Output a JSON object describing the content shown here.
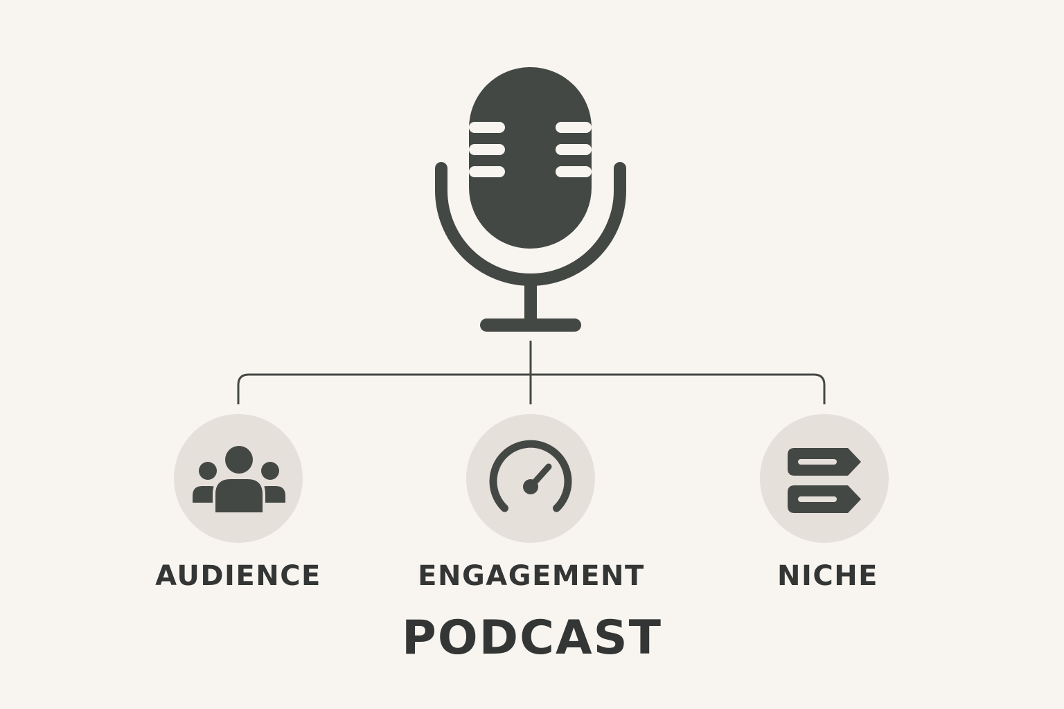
{
  "colors": {
    "background": "#f8f5f0",
    "icon_dark": "#444845",
    "circle_fill": "#e6e0db",
    "text": "#333634"
  },
  "root": {
    "icon": "microphone-icon"
  },
  "nodes": [
    {
      "label": "AUDIENCE",
      "icon": "audience-group-icon"
    },
    {
      "label": "ENGAGEMENT",
      "icon": "speedometer-gauge-icon"
    },
    {
      "label": "NICHE",
      "icon": "tag-labels-icon"
    }
  ],
  "title": "PODCAST"
}
